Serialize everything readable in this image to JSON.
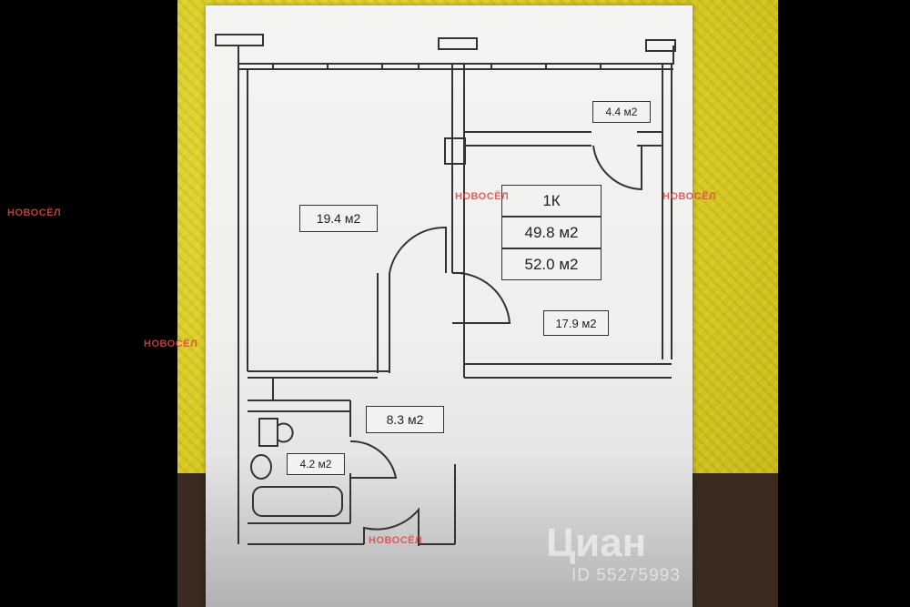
{
  "rooms": {
    "room1_area": "19.4 м2",
    "balcony_area": "4.4 м2",
    "room2_area": "17.9 м2",
    "hall_area": "8.3 м2",
    "bath_area": "4.2 м2"
  },
  "summary": {
    "type": "1К",
    "living_area": "49.8 м2",
    "total_area": "52.0 м2"
  },
  "watermarks": {
    "brand": "НОВОСЁЛ",
    "cian_logo": "Циан",
    "cian_id": "ID 55275993"
  },
  "colors": {
    "mat": "#d7c91f",
    "paper": "#f0f0ee",
    "lines": "#333333",
    "watermark_red": "#d84a4a"
  }
}
